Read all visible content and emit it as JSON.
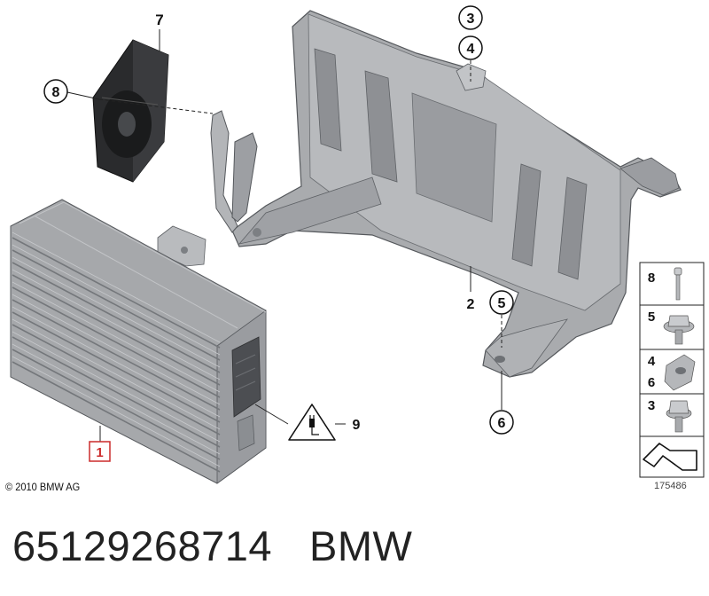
{
  "diagram": {
    "callouts": {
      "c1": "1",
      "c2": "2",
      "c3": "3",
      "c4": "4",
      "c5": "5",
      "c6": "6",
      "c7": "7",
      "c8": "8",
      "c9": "9"
    },
    "legend": [
      {
        "num": "8",
        "icon": "screw-icon"
      },
      {
        "num": "5",
        "icon": "hex-bolt-flange-icon"
      },
      {
        "nums": [
          "4",
          "6"
        ],
        "icon": "clip-nut-icon"
      },
      {
        "num": "3",
        "icon": "hex-bolt-icon"
      },
      {
        "icon": "arrow-bracket-icon"
      }
    ],
    "copyright": "© 2010 BMW AG",
    "reference_number": "175486"
  },
  "footer": {
    "part_number": "65129268714",
    "brand": "BMW"
  },
  "colors": {
    "metal": "#a9abae",
    "metal_dark": "#7c7f83",
    "fan": "#2a2b2d",
    "highlight": "#cc2b2b"
  }
}
